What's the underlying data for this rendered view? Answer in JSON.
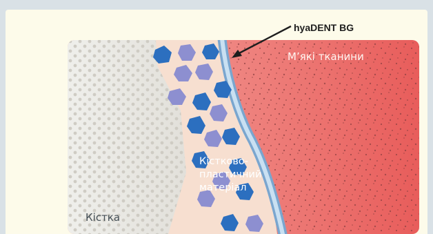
{
  "labels": {
    "membrane": "hyaDENT BG",
    "soft_tissue": "М’які тканини",
    "graft_line1": "Кістково-",
    "graft_line2": "пластичний",
    "graft_line3": "матеріал",
    "bone": "Кістка"
  },
  "colors": {
    "frame": "#fdfbea",
    "bone": "#e8e6e0",
    "bone_dots": "#cfccc4",
    "graft": "#f7dfd0",
    "granule_dark": "#2c6fbf",
    "granule_light": "#8d8fd0",
    "membrane": "#8fb8db",
    "soft_tissue_light": "#f29a94",
    "soft_tissue_dark": "#e85e5c",
    "tissue_dots": "#7a3a3a",
    "arrow": "#1e1e1e"
  },
  "icons": {
    "granule": "graft-granule-icon",
    "arrow": "callout-arrow-icon"
  }
}
